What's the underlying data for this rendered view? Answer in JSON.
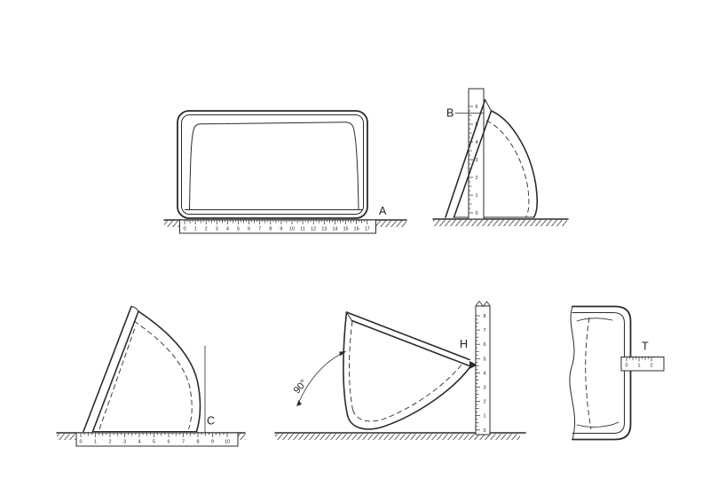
{
  "drawing": {
    "background": "#ffffff",
    "line_color": "#2b2b2b",
    "views": {
      "front_width": {
        "label": "A",
        "ruler_numbers": [
          "0",
          "1",
          "2",
          "3",
          "4",
          "5",
          "6",
          "7",
          "8",
          "9",
          "10",
          "11",
          "12",
          "13",
          "14",
          "15",
          "16",
          "17"
        ]
      },
      "side_height_b": {
        "label": "B",
        "ruler_numbers": [
          "0",
          "1",
          "2",
          "3",
          "4",
          "5",
          "6"
        ]
      },
      "side_length_c": {
        "label": "C",
        "ruler_numbers": [
          "0",
          "1",
          "2",
          "3",
          "4",
          "5",
          "6",
          "7",
          "8",
          "9",
          "10"
        ]
      },
      "side_height_h": {
        "label": "H",
        "angle": "90°",
        "ruler_numbers": [
          "8",
          "7",
          "6",
          "5",
          "4",
          "3",
          "2",
          "1",
          "0"
        ]
      },
      "wall_thickness": {
        "label": "T",
        "ruler_numbers": [
          "0",
          "1",
          "2"
        ]
      }
    }
  }
}
